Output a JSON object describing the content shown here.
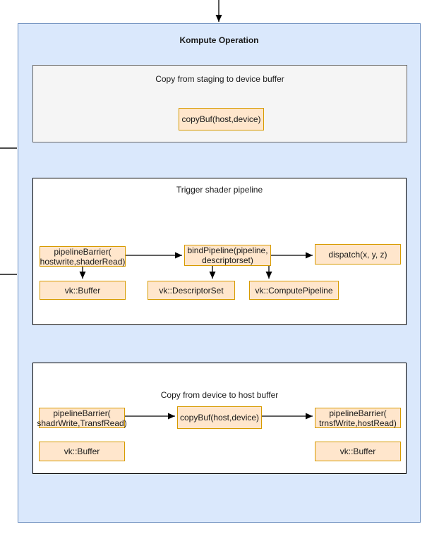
{
  "diagram": {
    "colors": {
      "container_fill": "#dae8fc",
      "container_stroke": "#6c8ebf",
      "stage_fill": "#f5f5f5",
      "stage_stroke": "#666666",
      "inner_box_fill": "#ffffff",
      "inner_box_stroke": "#000000",
      "node_fill": "#ffe6cc",
      "node_stroke": "#d79b00",
      "connector": "#000000",
      "edge_clip_line": "#4d4d4d"
    },
    "container": {
      "title": "Kompute Operation"
    },
    "stage1": {
      "title": "Copy from staging to device buffer",
      "copybuf_label": "copyBuf(host,device)"
    },
    "stage2": {
      "title": "Trigger shader pipeline",
      "barrier_line1": "pipelineBarrier(",
      "barrier_line2": "hostwrite,shaderRead)",
      "bind_line1": "bindPipeline(pipeline,",
      "bind_line2": "descriptorset)",
      "dispatch_label": "dispatch(x, y, z)",
      "vk_buffer_label": "vk::Buffer",
      "vk_descriptorset_label": "vk::DescriptorSet",
      "vk_computepipeline_label": "vk::ComputePipeline"
    },
    "stage3": {
      "title": "Copy from device to host buffer",
      "barrier_left_line1": "pipelineBarrier(",
      "barrier_left_line2": "shadrWrite,TransfRead)",
      "copybuf_label": "copyBuf(host,device)",
      "barrier_right_line1": "pipelineBarrier(",
      "barrier_right_line2": "trnsfWrite,hostRead)",
      "vk_buffer_left_label": "vk::Buffer",
      "vk_buffer_right_label": "vk::Buffer"
    }
  }
}
